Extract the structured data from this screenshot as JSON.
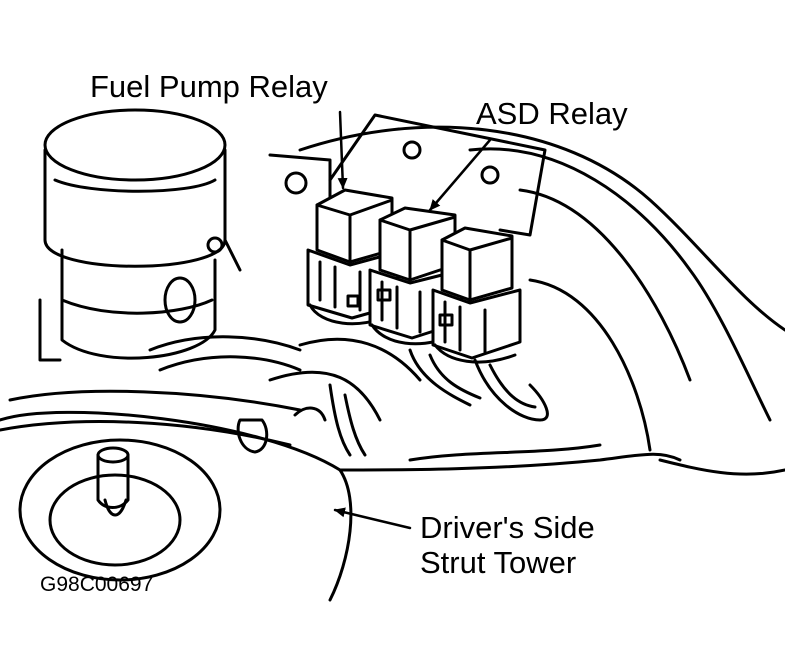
{
  "labels": {
    "fuel_pump_relay": "Fuel Pump Relay",
    "asd_relay": "ASD Relay",
    "strut_tower_line1": "Driver's Side",
    "strut_tower_line2": "Strut Tower",
    "figure_code": "G98C00697"
  },
  "colors": {
    "ink": "#000000",
    "paper": "#ffffff"
  }
}
